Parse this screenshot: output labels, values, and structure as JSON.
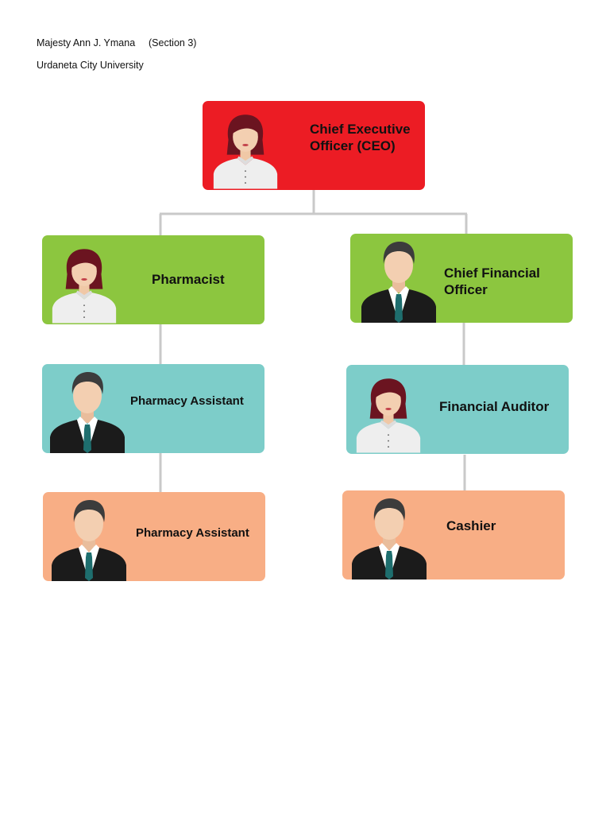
{
  "header": {
    "author": "Majesty Ann J. Ymana",
    "section": "(Section 3)",
    "school": "Urdaneta City University"
  },
  "org_chart": {
    "nodes": [
      {
        "id": "ceo",
        "title": "Chief Executive\nOfficer (CEO)",
        "color": "#ec1c24",
        "avatar": "female-avatar-icon"
      },
      {
        "id": "pharmacist",
        "title": "Pharmacist",
        "color": "#8cc63f",
        "avatar": "female-avatar-icon"
      },
      {
        "id": "cfo",
        "title": "Chief Financial\nOfficer",
        "color": "#8cc63f",
        "avatar": "male-avatar-icon"
      },
      {
        "id": "pharmacy-assistant-1",
        "title": "Pharmacy Assistant",
        "color": "#7dcdc9",
        "avatar": "male-avatar-icon"
      },
      {
        "id": "financial-auditor",
        "title": "Financial Auditor",
        "color": "#7dcdc9",
        "avatar": "female-avatar-icon"
      },
      {
        "id": "pharmacy-assistant-2",
        "title": "Pharmacy Assistant",
        "color": "#f8ae85",
        "avatar": "male-avatar-icon"
      },
      {
        "id": "cashier",
        "title": "Cashier",
        "color": "#f8ae85",
        "avatar": "male-avatar-icon"
      }
    ],
    "edges": [
      [
        "ceo",
        "pharmacist"
      ],
      [
        "ceo",
        "cfo"
      ],
      [
        "pharmacist",
        "pharmacy-assistant-1"
      ],
      [
        "pharmacy-assistant-1",
        "pharmacy-assistant-2"
      ],
      [
        "cfo",
        "financial-auditor"
      ],
      [
        "financial-auditor",
        "cashier"
      ]
    ],
    "connector_color": "#c9c9c9"
  }
}
